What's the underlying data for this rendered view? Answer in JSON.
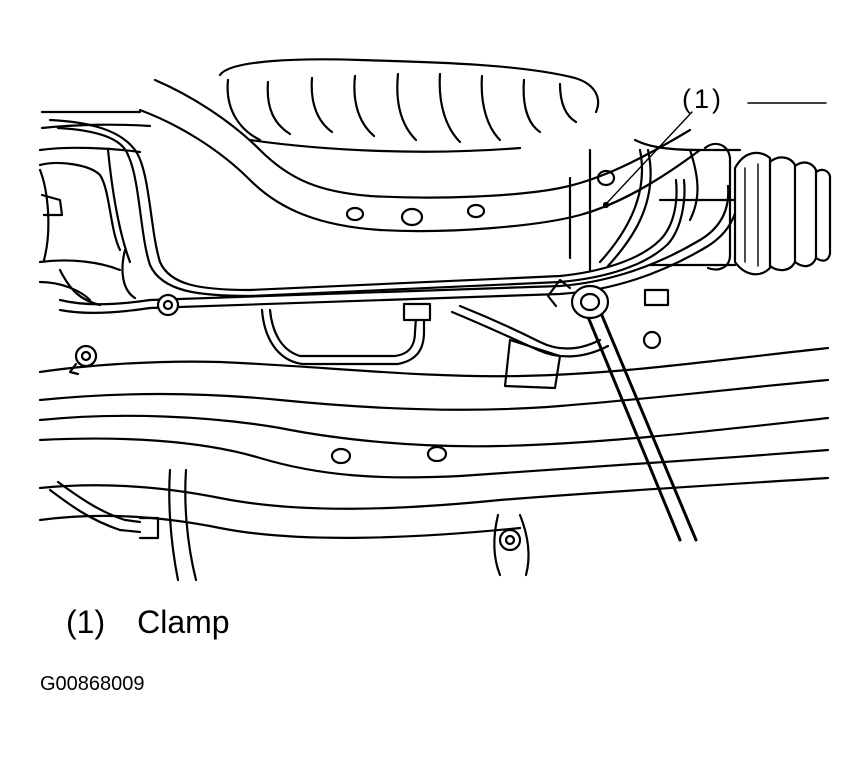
{
  "callout": {
    "marker": "(1)"
  },
  "legend": {
    "items": [
      {
        "marker": "(1)",
        "label": "Clamp"
      }
    ]
  },
  "figure_id": "G00868009"
}
